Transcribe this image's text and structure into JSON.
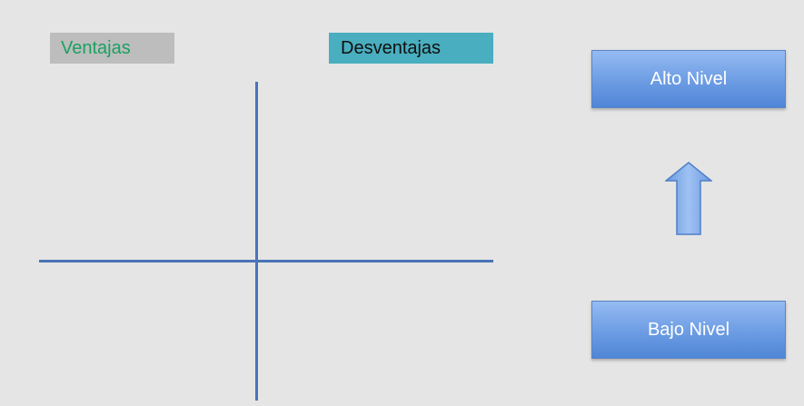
{
  "labels": {
    "ventajas": "Ventajas",
    "desventajas": "Desventajas"
  },
  "levels": {
    "high": "Alto Nivel",
    "low": "Bajo Nivel"
  },
  "icons": {
    "arrow": "up-arrow-icon"
  },
  "colors": {
    "background": "#e5e5e5",
    "ventajas_bg": "#bdbdbd",
    "ventajas_text": "#1aa160",
    "desventajas_bg": "#49aebf",
    "desventajas_text": "#0f0f0f",
    "axis": "#4a73b9",
    "level_box": "#6c9ce3",
    "arrow": "#7aa7ea"
  }
}
